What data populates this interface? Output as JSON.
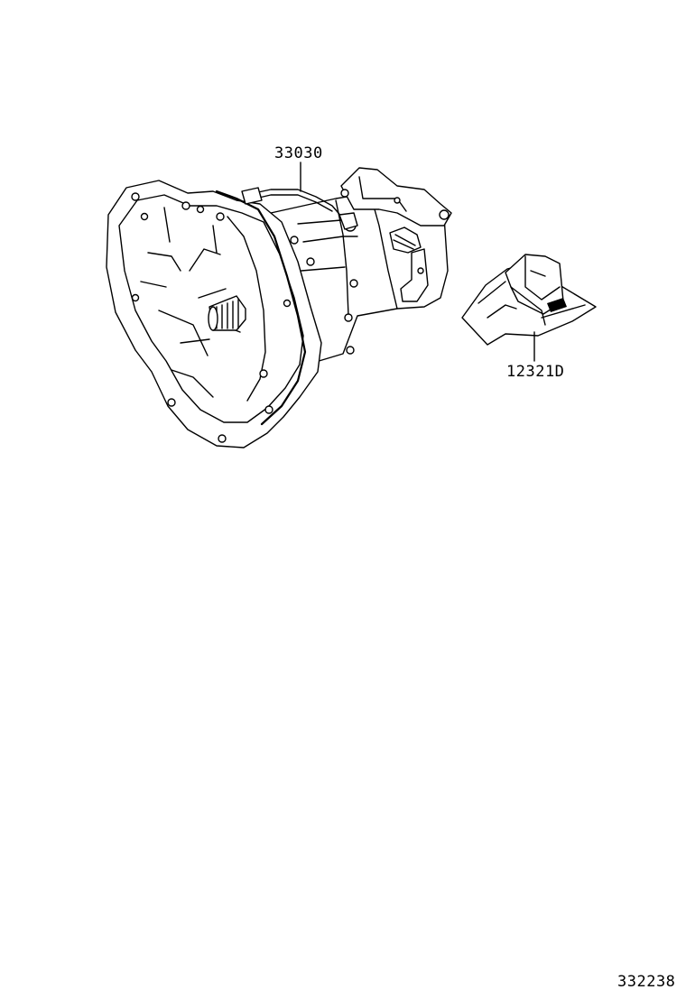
{
  "callouts": {
    "part_33030": "33030",
    "part_12321d": "12321D"
  },
  "footer": {
    "diagram_ref": "332238"
  }
}
